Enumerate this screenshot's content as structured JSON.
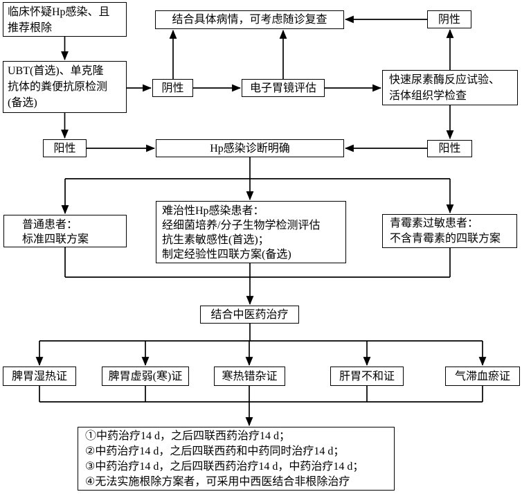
{
  "nodes": {
    "clinical_suspicion": "临床怀疑Hp感染、且\n推荐根除",
    "ubt_stool_test": "UBT(首选)、单克隆\n抗体的粪便抗原检测\n(备选)",
    "negative_1": "阴性",
    "gastroscopy": "电子胃镜评估",
    "urease_biopsy": "快速尿素酶反应试验、\n活体组织学检查",
    "negative_2": "阴性",
    "followup_review": "结合具体病情，可考虑随诊复查",
    "positive_left": "阳性",
    "positive_right": "阳性",
    "diagnosis_confirmed": "Hp感染诊断明确",
    "ordinary_patients": "普通患者：\n标准四联方案",
    "refractory_patients": "难治性Hp感染患者：\n经细菌培养/分子生物学检测评估\n抗生素敏感性(首选)；\n制定经验性四联方案(备选)",
    "penicillin_allergy": "青霉素过敏患者：\n不含青霉素的四联方案",
    "tcm_combination": "结合中医药治疗",
    "syndrome_damp_heat": "脾胃湿热证",
    "syndrome_spleen_deficiency": "脾胃虚弱(寒)证",
    "syndrome_cold_heat_mix": "寒热错杂证",
    "syndrome_liver_stomach": "肝胃不和证",
    "syndrome_qi_blood_stasis": "气滞血瘀证",
    "regimens": "①中药治疗14 d，之后四联西药治疗14 d；\n②中药治疗14 d，之后四联西药和中药同时治疗14 d；\n③中药治疗14 d，之后四联西药治疗14 d，中药治疗14 d；\n④无法实施根除方案者，可采用中西医结合非根除治疗"
  },
  "colors": {
    "line": "#000000",
    "box_background": "#ffffff",
    "text": "#000000"
  }
}
